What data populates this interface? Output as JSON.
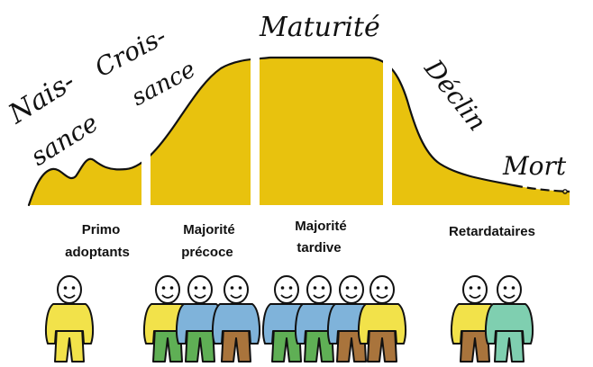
{
  "colors": {
    "curve_fill": "#E8C20E",
    "outline": "#111111",
    "shirt_yellow": "#F2E24A",
    "shirt_blue": "#7FB3DA",
    "shirt_teal": "#7FCFB0",
    "pants_brown": "#A9743C",
    "pants_green": "#5FAF55"
  },
  "stages": {
    "naissance": [
      "Nais-",
      "sance"
    ],
    "croissance": [
      "Crois-",
      "sance"
    ],
    "maturite": "Maturité",
    "declin": "Déclin",
    "mort": "Mort"
  },
  "segments": {
    "primo": [
      "Primo",
      "adoptants"
    ],
    "precoce": [
      "Majorité",
      "précoce"
    ],
    "tardive": [
      "Majorité",
      "tardive"
    ],
    "retard": "Retardataires"
  },
  "icons": {
    "primo": [
      "person-icon"
    ],
    "precoce": [
      "person-icon",
      "person-icon",
      "person-icon"
    ],
    "tardive": [
      "person-icon",
      "person-icon",
      "person-icon",
      "person-icon"
    ],
    "retard": [
      "person-icon",
      "person-icon"
    ]
  }
}
